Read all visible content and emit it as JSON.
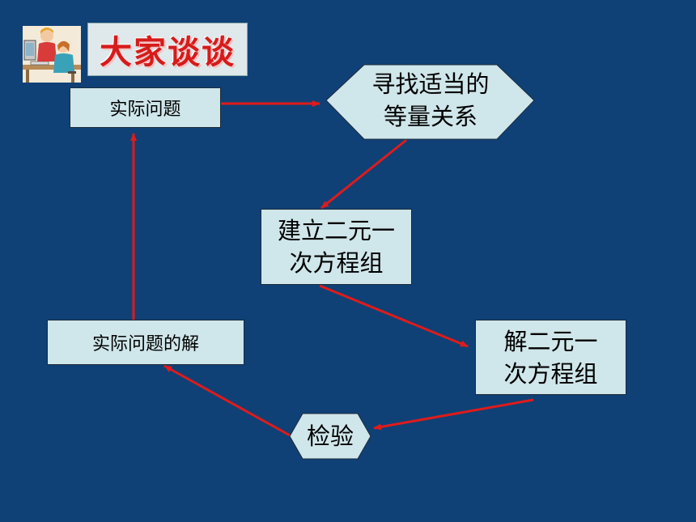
{
  "title": "大家谈谈",
  "nodes": {
    "actual_problem": "实际问题",
    "find_relation_line1": "寻找适当的",
    "find_relation_line2": "等量关系",
    "build_line1": "建立二元一",
    "build_line2": "次方程组",
    "solve_line1": "解二元一",
    "solve_line2": "次方程组",
    "check": "检验",
    "actual_solution": "实际问题的解"
  },
  "icons": {
    "clipart": "people-at-computer-icon"
  },
  "colors": {
    "background": "#0f4176",
    "box_fill": "#cfe6ea",
    "arrow": "#e01b1b",
    "title_text": "#d61b1b"
  }
}
